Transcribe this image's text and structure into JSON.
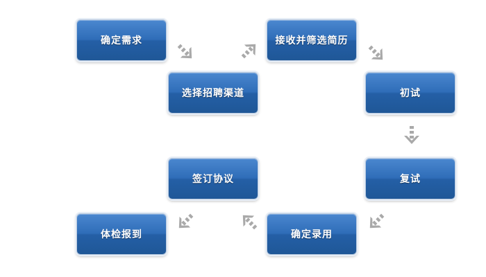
{
  "nodes": [
    {
      "key": "n1",
      "label": "确定需求"
    },
    {
      "key": "n2",
      "label": "选择招聘渠道"
    },
    {
      "key": "n3",
      "label": "接收并筛选简历"
    },
    {
      "key": "n4",
      "label": "初试"
    },
    {
      "key": "n5",
      "label": "复试"
    },
    {
      "key": "n6",
      "label": "确定录用"
    },
    {
      "key": "n7",
      "label": "签订协议"
    },
    {
      "key": "n8",
      "label": "体检报到"
    }
  ],
  "edges": [
    {
      "from": "确定需求",
      "to": "选择招聘渠道",
      "direction": "down-right"
    },
    {
      "from": "选择招聘渠道",
      "to": "接收并筛选简历",
      "direction": "up-right"
    },
    {
      "from": "接收并筛选简历",
      "to": "初试",
      "direction": "down-right"
    },
    {
      "from": "初试",
      "to": "复试",
      "direction": "down"
    },
    {
      "from": "复试",
      "to": "确定录用",
      "direction": "down-left"
    },
    {
      "from": "确定录用",
      "to": "签订协议",
      "direction": "up-left"
    },
    {
      "from": "签订协议",
      "to": "体检报到",
      "direction": "down-left"
    }
  ],
  "colors": {
    "node_blue": "#2f6db8",
    "arrow_gray": "#a9a9a9",
    "text": "#ffffff"
  }
}
